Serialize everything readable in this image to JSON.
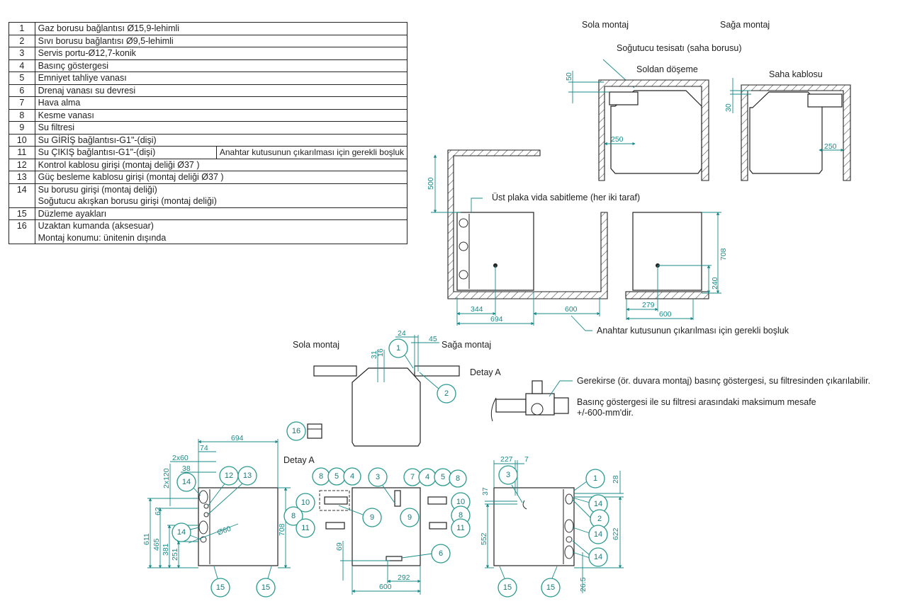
{
  "legend": {
    "rows": [
      {
        "num": "1",
        "text": "Gaz borusu bağlantısı Ø15,9-lehimli"
      },
      {
        "num": "2",
        "text": "Sıvı borusu bağlantısı Ø9,5-lehimli"
      },
      {
        "num": "3",
        "text": "Servis portu-Ø12,7-konik"
      },
      {
        "num": "4",
        "text": "Basınç göstergesi"
      },
      {
        "num": "5",
        "text": "Emniyet tahliye vanası"
      },
      {
        "num": "6",
        "text": "Drenaj vanası su devresi"
      },
      {
        "num": "7",
        "text": "Hava alma"
      },
      {
        "num": "8",
        "text": "Kesme vanası"
      },
      {
        "num": "9",
        "text": "Su filtresi"
      },
      {
        "num": "10",
        "text": "Su GİRİŞ bağlantısı-G1\"-(dişi)"
      },
      {
        "num": "11",
        "text": "Su ÇIKIŞ bağlantısı-G1\"-(dişi)",
        "side": "Anahtar kutusunun çıkarılması için gerekli boşluk"
      },
      {
        "num": "12",
        "text": "Kontrol kablosu girişi (montaj deliği  Ø37 )"
      },
      {
        "num": "13",
        "text": "Güç besleme kablosu girişi (montaj deliği  Ø37 )"
      },
      {
        "num": "14",
        "text": "Su borusu girişi (montaj deliği)",
        "text2": "Soğutucu akışkan borusu girişi (montaj deliği)"
      },
      {
        "num": "15",
        "text": "Düzleme ayakları"
      },
      {
        "num": "16",
        "text": "Uzaktan kumanda (aksesuar)",
        "text2": "Montaj konumu: ünitenin dışında"
      }
    ]
  },
  "top_views": {
    "sola_montaj": "Sola montaj",
    "saga_montaj": "Sağa montaj",
    "sogutucu": "Soğutucu tesisatı (saha borusu)",
    "soldan_doseme": "Soldan döşeme",
    "saha_kablosu": "Saha kablosu",
    "dims": {
      "left_gap": "50",
      "left_side": "250",
      "right_gap": "30",
      "right_side": "250"
    }
  },
  "front_views": {
    "ust_plaka": "Üst plaka vida sabitleme (her iki taraf)",
    "anahtar": "Anahtar kutusunun çıkarılması için gerekli boşluk",
    "dims": {
      "top": "500",
      "d344": "344",
      "d694": "694",
      "d600a": "600",
      "d708": "708",
      "d240": "240",
      "d279": "279",
      "d600b": "600"
    }
  },
  "plan_view": {
    "sola_montaj": "Sola montaj",
    "saga_montaj": "Sağa montaj",
    "detay_a": "Detay A",
    "dims": {
      "d24": "24",
      "d45": "45",
      "d31": "31",
      "d16": "16"
    }
  },
  "detail_a": {
    "note1": "Gerekirse (ör. duvara montaj) basınç göstergesi, su filtresinden çıkarılabilir.",
    "note2a": "Basınç göstergesi ile su filtresi arasındaki maksimum mesafe",
    "note2b": "+/-600-mm'dir."
  },
  "bottom_views": {
    "detay_a": "Detay A",
    "left_dims": {
      "d694": "694",
      "d74": "74",
      "d2x60": "2x60",
      "d38": "38",
      "d2x120": "2x120",
      "d62": "62",
      "d611": "611",
      "d465": "465",
      "d381": "381",
      "d251": "251",
      "d708": "708",
      "phi60": "Ø60"
    },
    "mid_dims": {
      "d69": "69",
      "d292": "292",
      "d600": "600"
    },
    "right_dims": {
      "d227": "227",
      "d7": "7",
      "d37": "37",
      "d552": "552",
      "d28": "28",
      "d622": "622",
      "d26_5": "26.5"
    }
  },
  "callouts": {
    "c1": "1",
    "c2": "2",
    "c3": "3",
    "c4": "4",
    "c5": "5",
    "c6": "6",
    "c7": "7",
    "c8": "8",
    "c9": "9",
    "c10": "10",
    "c11": "11",
    "c12": "12",
    "c13": "13",
    "c14": "14",
    "c15": "15",
    "c16": "16"
  },
  "colors": {
    "dimension": "#1a8a8a",
    "callout": "#2a9a90",
    "line": "#222222"
  }
}
